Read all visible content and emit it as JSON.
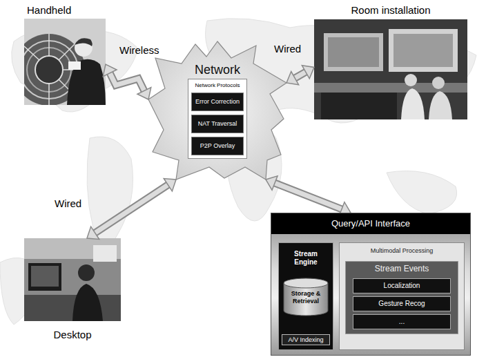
{
  "diagram": {
    "nodes": [
      {
        "text": [
          "Handheld"
        ]
      },
      {
        "text": [
          "Room installation"
        ]
      },
      {
        "text": [
          "Network"
        ]
      },
      {
        "text": [
          "Network Protocols"
        ],
        "in": 2
      },
      {
        "text": [
          "Error Correction"
        ],
        "in": 3
      },
      {
        "text": [
          "NAT Traversal"
        ],
        "in": 3
      },
      {
        "text": [
          "P2P Overlay"
        ],
        "in": 3
      },
      {
        "text": [
          "Desktop"
        ]
      },
      {
        "text": [
          "Query/API Interface"
        ]
      },
      {
        "text": [
          "Stream Engine"
        ],
        "in": 8
      },
      {
        "text": [
          "Storage & Retrieval"
        ],
        "in": 9
      },
      {
        "text": [
          "A/V Indexing"
        ],
        "in": 9
      },
      {
        "text": [
          "Multimodal Processing"
        ],
        "in": 8
      },
      {
        "text": [
          "Stream Events"
        ],
        "in": 12
      },
      {
        "text": [
          "Localization"
        ],
        "in": 13
      },
      {
        "text": [
          "Gesture Recog"
        ],
        "in": 13
      },
      {
        "text": [
          "..."
        ],
        "in": 13
      }
    ],
    "edges": [
      {
        "from": 0,
        "to": 2,
        "arrow": "both",
        "label": "Wireless"
      },
      {
        "from": 1,
        "to": 2,
        "arrow": "both",
        "label": "Wired"
      },
      {
        "from": 7,
        "to": 2,
        "arrow": "both",
        "label": "Wired"
      },
      {
        "from": 2,
        "to": 8,
        "arrow": "both"
      }
    ]
  }
}
